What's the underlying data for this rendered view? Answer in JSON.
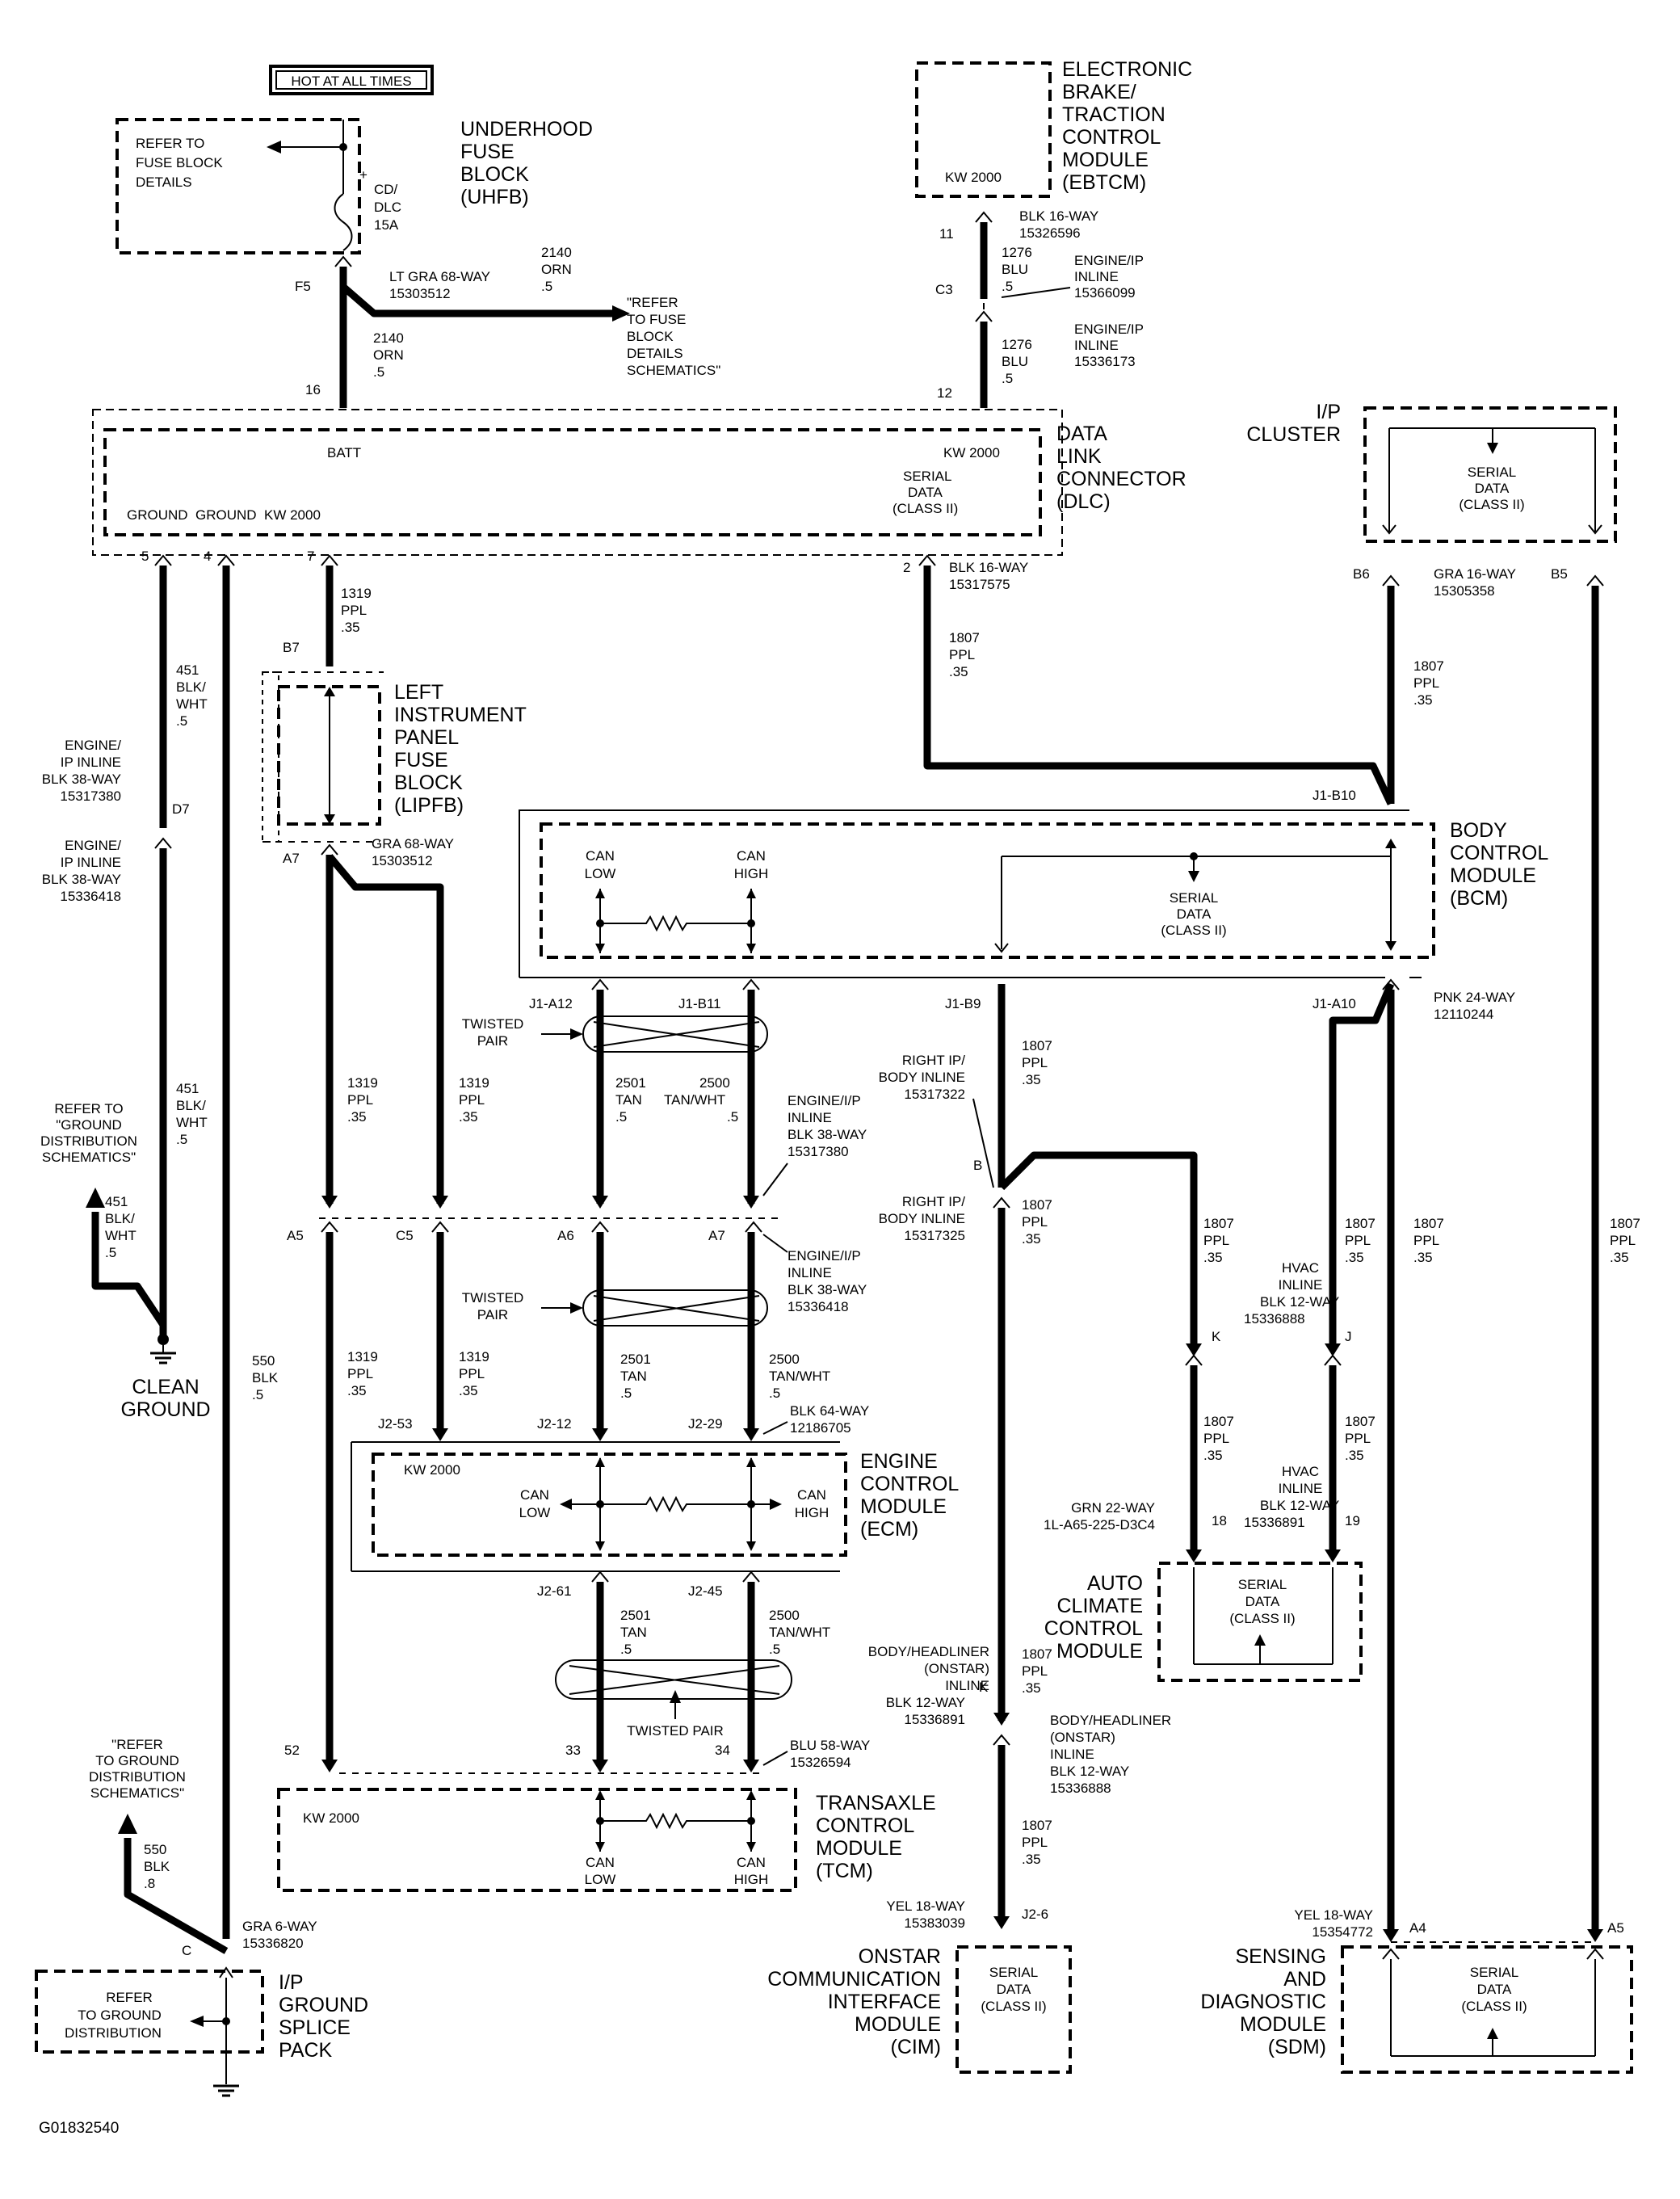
{
  "diagram_id": "G01832540",
  "hot_label": "HOT AT ALL TIMES",
  "modules": {
    "uhfb": {
      "lines": [
        "UNDERHOOD",
        "FUSE",
        "BLOCK",
        "(UHFB)"
      ],
      "refer": [
        "REFER TO",
        "FUSE BLOCK",
        "DETAILS"
      ],
      "fuse": [
        "CD/",
        "DLC",
        "15A"
      ]
    },
    "ebtcm": {
      "lines": [
        "ELECTRONIC",
        "BRAKE/",
        "TRACTION",
        "CONTROL",
        "MODULE",
        "(EBTCM)"
      ],
      "inner": "KW 2000"
    },
    "dlc": {
      "lines": [
        "DATA",
        "LINK",
        "CONNECTOR",
        "(DLC)"
      ],
      "batt": "BATT",
      "kw_right": "KW 2000",
      "serial": [
        "SERIAL",
        "DATA",
        "(CLASS II)"
      ],
      "bottom": "GROUND  GROUND  KW 2000"
    },
    "cluster": {
      "lines": [
        "I/P",
        "CLUSTER"
      ],
      "serial": [
        "SERIAL",
        "DATA",
        "(CLASS II)"
      ]
    },
    "lipfb": {
      "lines": [
        "LEFT",
        "INSTRUMENT",
        "PANEL",
        "FUSE",
        "BLOCK",
        "(LIPFB)"
      ]
    },
    "bcm": {
      "lines": [
        "BODY",
        "CONTROL",
        "MODULE",
        "(BCM)"
      ],
      "can_low": [
        "CAN",
        "LOW"
      ],
      "can_high": [
        "CAN",
        "HIGH"
      ],
      "serial": [
        "SERIAL",
        "DATA",
        "(CLASS II)"
      ]
    },
    "ecm": {
      "lines": [
        "ENGINE",
        "CONTROL",
        "MODULE",
        "(ECM)"
      ],
      "inner": "KW 2000",
      "can_low": [
        "CAN",
        "LOW"
      ],
      "can_high": [
        "CAN",
        "HIGH"
      ]
    },
    "tcm": {
      "lines": [
        "TRANSAXLE",
        "CONTROL",
        "MODULE",
        "(TCM)"
      ],
      "inner": "KW 2000",
      "can_low": [
        "CAN",
        "LOW"
      ],
      "can_high": [
        "CAN",
        "HIGH"
      ]
    },
    "accm": {
      "lines": [
        "AUTO",
        "CLIMATE",
        "CONTROL",
        "MODULE"
      ],
      "serial": [
        "SERIAL",
        "DATA",
        "(CLASS II)"
      ]
    },
    "cim": {
      "lines": [
        "ONSTAR",
        "COMMUNICATION",
        "INTERFACE",
        "MODULE",
        "(CIM)"
      ],
      "serial": [
        "SERIAL",
        "DATA",
        "(CLASS II)"
      ]
    },
    "sdm": {
      "lines": [
        "SENSING",
        "AND",
        "DIAGNOSTIC",
        "MODULE",
        "(SDM)"
      ],
      "serial": [
        "SERIAL",
        "DATA",
        "(CLASS II)"
      ]
    },
    "ground_splice": {
      "lines": [
        "I/P",
        "GROUND",
        "SPLICE",
        "PACK"
      ],
      "refer": [
        "REFER",
        "TO GROUND",
        "DISTRIBUTION"
      ]
    },
    "clean_ground": {
      "lines": [
        "CLEAN",
        "GROUND"
      ]
    }
  },
  "connectors": {
    "uhfb_conn": [
      "LT GRA 68-WAY",
      "15303512"
    ],
    "ebtcm_conn": [
      "BLK 16-WAY",
      "15326596"
    ],
    "eng_ip_c3_upper": [
      "ENGINE/IP",
      "INLINE",
      "15366099"
    ],
    "eng_ip_c3_lower": [
      "ENGINE/IP",
      "INLINE",
      "15336173"
    ],
    "dlc_conn": [
      "BLK 16-WAY",
      "15317575"
    ],
    "cluster_conn": [
      "GRA 16-WAY",
      "15305358"
    ],
    "lipfb_conn": [
      "GRA 68-WAY",
      "15303512"
    ],
    "eng_ip_d7_upper": [
      "ENGINE/",
      "IP INLINE",
      "BLK 38-WAY",
      "15317380"
    ],
    "eng_ip_d7_lower": [
      "ENGINE/",
      "IP INLINE",
      "BLK 38-WAY",
      "15336418"
    ],
    "bcm_conn": [
      "PNK 24-WAY",
      "12110244"
    ],
    "right_ip_upper": [
      "RIGHT IP/",
      "BODY INLINE",
      "15317322"
    ],
    "right_ip_lower": [
      "RIGHT IP/",
      "BODY INLINE",
      "15317325"
    ],
    "eng_ip_inline_upper": [
      "ENGINE/I/P",
      "INLINE",
      "BLK 38-WAY",
      "15317380"
    ],
    "eng_ip_inline_lower": [
      "ENGINE/I/P",
      "INLINE",
      "BLK 38-WAY",
      "15336418"
    ],
    "ecm_conn": [
      "BLK 64-WAY",
      "12186705"
    ],
    "hvac_upper": [
      "HVAC",
      "INLINE",
      "BLK 12-WAY",
      "15336888"
    ],
    "hvac_lower": [
      "HVAC",
      "INLINE",
      "BLK 12-WAY",
      "15336891"
    ],
    "accm_conn": [
      "GRN 22-WAY",
      "1L-A65-225-D3C4"
    ],
    "onstar_upper": [
      "BODY/HEADLINER",
      "(ONSTAR)",
      "INLINE",
      "BLK 12-WAY",
      "15336891"
    ],
    "onstar_lower": [
      "BODY/HEADLINER",
      "(ONSTAR)",
      "INLINE",
      "BLK 12-WAY",
      "15336888"
    ],
    "tcm_conn": [
      "BLU 58-WAY",
      "15326594"
    ],
    "cim_conn": [
      "YEL 18-WAY",
      "15383039"
    ],
    "sdm_conn": [
      "YEL 18-WAY",
      "15354772"
    ],
    "ground_conn": [
      "GRA 6-WAY",
      "15336820"
    ]
  },
  "refers": {
    "fuse_block": [
      "\"REFER",
      "TO FUSE",
      "BLOCK",
      "DETAILS",
      "SCHEMATICS\""
    ],
    "ground_dist_1": [
      "REFER TO",
      "\"GROUND",
      "DISTRIBUTION",
      "SCHEMATICS\""
    ],
    "ground_dist_2": [
      "\"REFER",
      "TO GROUND",
      "DISTRIBUTION",
      "SCHEMATICS\""
    ]
  },
  "twisted_pair": "TWISTED",
  "twisted_pair_2": "PAIR",
  "twisted_pair_full": "TWISTED PAIR",
  "wires": {
    "w2140_a": [
      "2140",
      "ORN",
      ".5"
    ],
    "w2140_b": [
      "2140",
      "ORN",
      ".5"
    ],
    "w1276_a": [
      "1276",
      "BLU",
      ".5"
    ],
    "w1276_b": [
      "1276",
      "BLU",
      ".5"
    ],
    "w451_a": [
      "451",
      "BLK/",
      "WHT",
      ".5"
    ],
    "w451_b": [
      "451",
      "BLK/",
      "WHT",
      ".5"
    ],
    "w451_c": [
      "451",
      "BLK/",
      "WHT",
      ".5"
    ],
    "w1319_a": [
      "1319",
      "PPL",
      ".35"
    ],
    "w1319_b": [
      "1319",
      "PPL",
      ".35"
    ],
    "w1319_c": [
      "1319",
      "PPL",
      ".35"
    ],
    "w1319_d": [
      "1319",
      "PPL",
      ".35"
    ],
    "w1319_e": [
      "1319",
      "PPL",
      ".35"
    ],
    "w1807_dlc": [
      "1807",
      "PPL",
      ".35"
    ],
    "w1807_cl": [
      "1807",
      "PPL",
      ".35"
    ],
    "w1807_b9": [
      "1807",
      "PPL",
      ".35"
    ],
    "w1807_b": [
      "1807",
      "PPL",
      ".35"
    ],
    "w1807_k": [
      "1807",
      "PPL",
      ".35"
    ],
    "w1807_j": [
      "1807",
      "PPL",
      ".35"
    ],
    "w1807_a10": [
      "1807",
      "PPL",
      ".35"
    ],
    "w1807_b5": [
      "1807",
      "PPL",
      ".35"
    ],
    "w1807_18": [
      "1807",
      "PPL",
      ".35"
    ],
    "w1807_19": [
      "1807",
      "PPL",
      ".35"
    ],
    "w1807_ons": [
      "1807",
      "PPL",
      ".35"
    ],
    "w1807_cim": [
      "1807",
      "PPL",
      ".35"
    ],
    "w2501_a": [
      "2501",
      "TAN",
      ".5"
    ],
    "w2501_b": [
      "2501",
      "TAN",
      ".5"
    ],
    "w2501_c": [
      "2501",
      "TAN",
      ".5"
    ],
    "w2500_a": [
      "2500",
      "TAN/WHT",
      ".5"
    ],
    "w2500_b": [
      "2500",
      "TAN/WHT",
      ".5"
    ],
    "w2500_c": [
      "2500",
      "TAN/WHT",
      ".5"
    ],
    "w550_a": [
      "550",
      "BLK",
      ".5"
    ],
    "w550_b": [
      "550",
      "BLK",
      ".8"
    ]
  },
  "pins": {
    "f5": "F5",
    "p16": "16",
    "p11": "11",
    "c3": "C3",
    "p12": "12",
    "p5": "5",
    "p4": "4",
    "p7": "7",
    "p2": "2",
    "b6": "B6",
    "b5": "B5",
    "b7": "B7",
    "a7_lipfb": "A7",
    "d7": "D7",
    "j1b10": "J1-B10",
    "j1a12": "J1-A12",
    "j1b11": "J1-B11",
    "j1b9": "J1-B9",
    "j1a10": "J1-A10",
    "pb": "B",
    "a5": "A5",
    "c5": "C5",
    "a6": "A6",
    "a7": "A7",
    "pk": "K",
    "pj": "J",
    "j253": "J2-53",
    "j212": "J2-12",
    "j229": "J2-29",
    "p18": "18",
    "p19": "19",
    "j261": "J2-61",
    "j245": "J2-45",
    "pk2": "K",
    "p52": "52",
    "p33": "33",
    "p34": "34",
    "j26": "J2-6",
    "a4": "A4",
    "a5_sdm": "A5",
    "pc": "C"
  }
}
